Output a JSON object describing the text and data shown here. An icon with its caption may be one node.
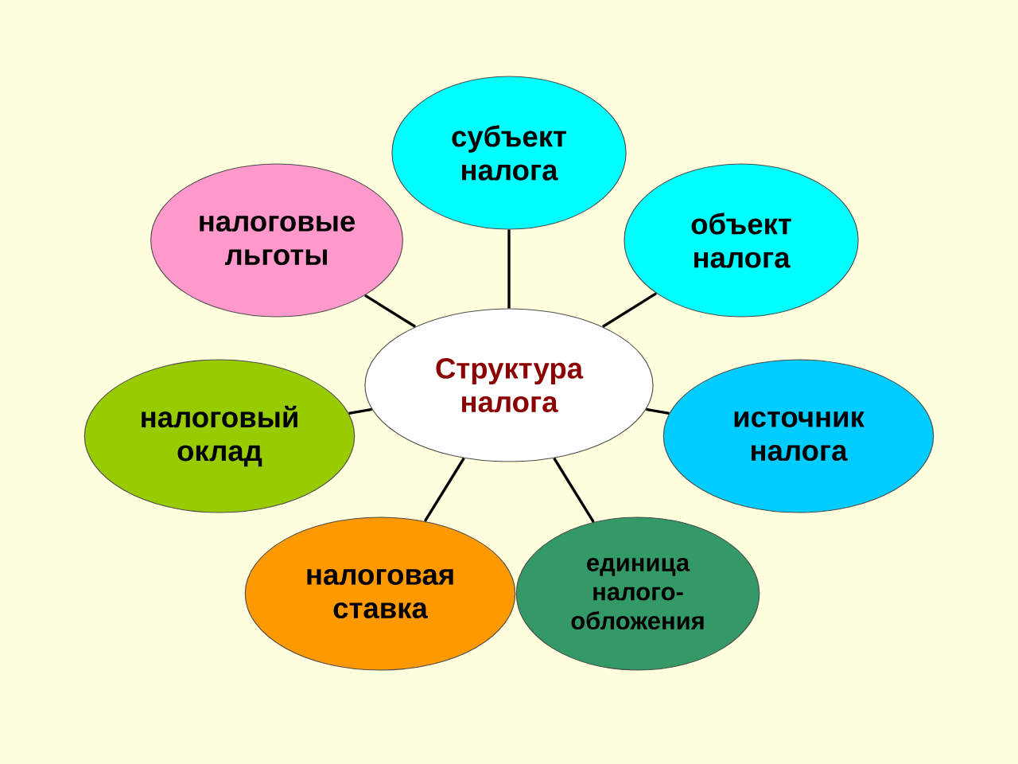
{
  "diagram": {
    "nodes": [
      {
        "text": [
          "Структура налога"
        ]
      },
      {
        "text": [
          "субъект налога"
        ]
      },
      {
        "text": [
          "объект налога"
        ]
      },
      {
        "text": [
          "источник налога"
        ]
      },
      {
        "text": [
          "единица налого- обложения"
        ]
      },
      {
        "text": [
          "налоговая ставка"
        ]
      },
      {
        "text": [
          "налоговый оклад"
        ]
      },
      {
        "text": [
          "налоговые льготы"
        ]
      }
    ],
    "edges": [
      {
        "from": 0,
        "to": 1,
        "arrow": "none"
      },
      {
        "from": 0,
        "to": 2,
        "arrow": "none"
      },
      {
        "from": 0,
        "to": 3,
        "arrow": "none"
      },
      {
        "from": 0,
        "to": 4,
        "arrow": "none"
      },
      {
        "from": 0,
        "to": 5,
        "arrow": "none"
      },
      {
        "from": 0,
        "to": 6,
        "arrow": "none"
      },
      {
        "from": 0,
        "to": 7,
        "arrow": "none"
      }
    ]
  }
}
